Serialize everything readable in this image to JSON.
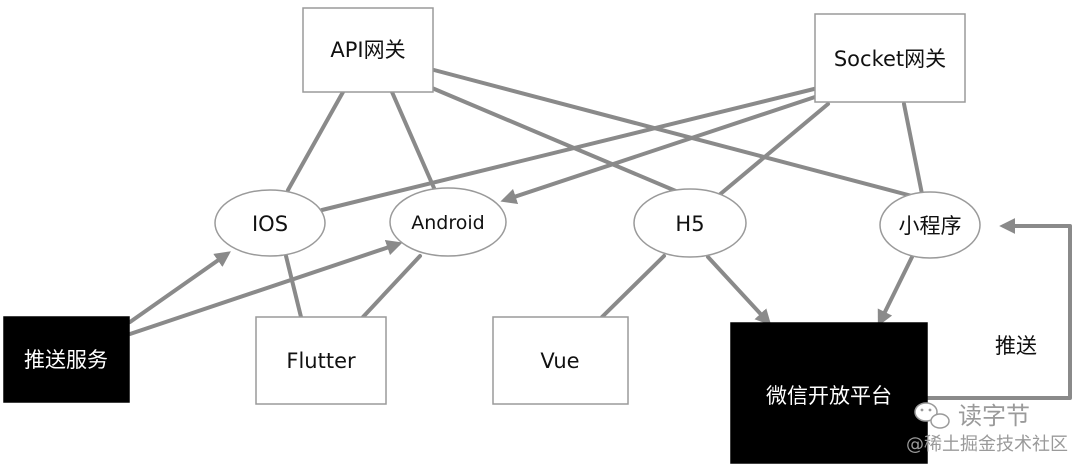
{
  "nodes": {
    "api_gateway": "API网关",
    "socket_gateway": "Socket网关",
    "ios": "IOS",
    "android": "Android",
    "h5": "H5",
    "mini_program": "小程序",
    "push_service": "推送服务",
    "flutter": "Flutter",
    "vue": "Vue",
    "wechat_platform": "微信开放平台"
  },
  "edge_labels": {
    "push": "推送"
  },
  "watermark": {
    "brand": "读字节",
    "community": "@稀土掘金技术社区"
  },
  "colors": {
    "edge": "#8a8a8a",
    "node_border": "#9a9a9a",
    "dark_node": "#000000"
  }
}
